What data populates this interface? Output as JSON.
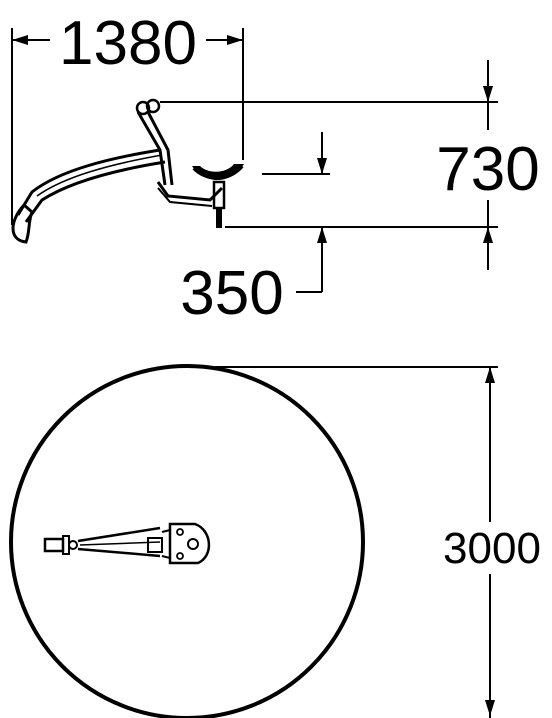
{
  "drawing": {
    "side_view": {
      "dim_width": "1380",
      "dim_height": "730",
      "dim_seat": "350"
    },
    "top_view": {
      "dim_diameter": "3000"
    },
    "colors": {
      "line": "#000000",
      "background": "#ffffff"
    }
  }
}
